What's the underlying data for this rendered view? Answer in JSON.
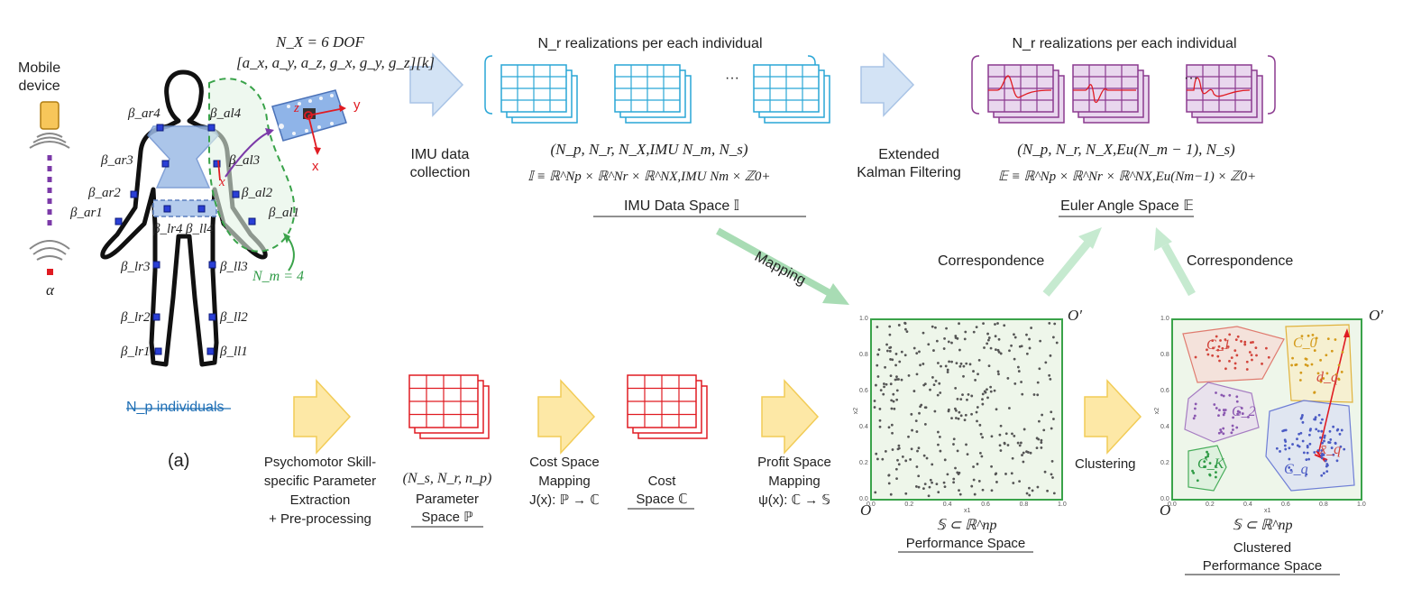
{
  "left_panel": {
    "mobile_label": "Mobile\ndevice",
    "alpha": "α",
    "dof_line1": "N_X = 6 DOF",
    "dof_line2": "[a_x, a_y, a_z, g_x, g_y, g_z][k]",
    "sensor_axis_x": "x",
    "sensor_axis_y": "y",
    "sensor_axis_z": "z",
    "body_axis_x": "x",
    "sensor_labels": {
      "ar4": "β_ar4",
      "ar3": "β_ar3",
      "ar2": "β_ar2",
      "ar1": "β_ar1",
      "al4": "β_al4",
      "al3": "β_al3",
      "al2": "β_al2",
      "al1": "β_al1",
      "lr4": "β_lr4",
      "ll4": "β_ll4",
      "lr3": "β_lr3",
      "ll3": "β_ll3",
      "lr2": "β_lr2",
      "ll2": "β_ll2",
      "lr1": "β_lr1",
      "ll1": "β_ll1"
    },
    "nm_label": "N_m = 4",
    "individuals": "N_p individuals",
    "panel_tag": "(a)"
  },
  "top_row": {
    "imu_collection": "IMU data\ncollection",
    "imu_realizations": "N_r realizations per each individual",
    "imu_ellipsis": "···",
    "imu_tuple": "(N_p, N_r, N_X,IMU N_m, N_s)",
    "imu_space_def": "𝕀 ≡ ℝ^Np × ℝ^Nr × ℝ^NX,IMU Nm × ℤ0+",
    "imu_space_name": "IMU Data Space 𝕀",
    "ekf_label": "Extended\nKalman Filtering",
    "euler_realizations": "N_r realizations per each individual",
    "euler_ellipsis": "···",
    "euler_tuple": "(N_p, N_r, N_X,Eu(N_m − 1), N_s)",
    "euler_space_def": "𝔼 ≡ ℝ^Np × ℝ^Nr × ℝ^NX,Eu(Nm−1) × ℤ0+",
    "euler_space_name": "Euler Angle Space 𝔼",
    "mapping": "Mapping",
    "correspondence_left": "Correspondence",
    "correspondence_right": "Correspondence"
  },
  "bottom_row": {
    "extraction": "Psychomotor Skill-\nspecific Parameter\nExtraction\n+ Pre-processing",
    "param_tuple": "(N_s, N_r, n_p)",
    "param_space": "Parameter\nSpace ℙ",
    "cost_mapping": "Cost Space\nMapping\nJ(x): ℙ → ℂ",
    "cost_space": "Cost\nSpace ℂ",
    "profit_mapping": "Profit Space\nMapping\nψ(x): ℂ → 𝕊",
    "clustering": "Clustering",
    "perf_def": "𝕊 ⊂ ℝ^np",
    "perf_name": "Performance Space",
    "cperf_def": "𝕊 ⊂ ℝ^np",
    "cperf_name": "Clustered\nPerformance Space",
    "origin": "O",
    "origin_prime": "O′",
    "origin2": "O",
    "origin_prime2": "O′",
    "cluster_labels": [
      "C_1",
      "C_0",
      "C_2",
      "C_q",
      "C_K"
    ],
    "d_q": "d_q",
    "x_q": "x̄_q"
  },
  "plots": {
    "xlabel": "x1",
    "ylabel": "x2",
    "ticks": [
      "0.0",
      "0.2",
      "0.4",
      "0.6",
      "0.8",
      "1.0"
    ]
  },
  "colors": {
    "blue_arrow": "#cfe0f3",
    "yellow_arrow": "#fde8a6",
    "green_arrow": "#bfe6c8",
    "imu_grid": "#29a6d6",
    "euler_grid": "#8b3a8f",
    "red_grid": "#e01b22",
    "plot_border": "#3aa34a"
  }
}
